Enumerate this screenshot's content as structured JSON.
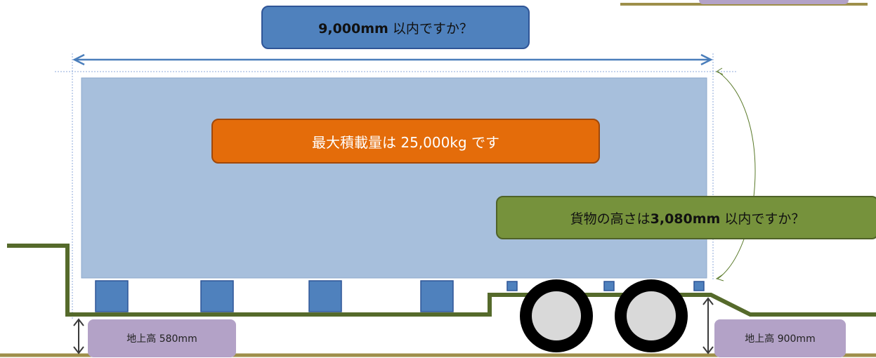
{
  "callouts": {
    "length": {
      "value": "9,000mm",
      "suffix": " 以内ですか？"
    },
    "max_load": {
      "prefix": "最大積載量は ",
      "value": "25,000kg",
      "suffix": " です"
    },
    "height": {
      "prefix": "貨物の高さは",
      "value": "3,080mm",
      "suffix": " 以内ですか？"
    }
  },
  "ground_heights": {
    "left": "地上高  580mm",
    "right": "地上高  900mm"
  },
  "colors": {
    "cargo": "#a7bfdc",
    "frame": "#556a2b",
    "ground": "#9e8f4a",
    "arrow_blue": "#4a7ebb",
    "wheel_gray": "#d9d9d9"
  }
}
